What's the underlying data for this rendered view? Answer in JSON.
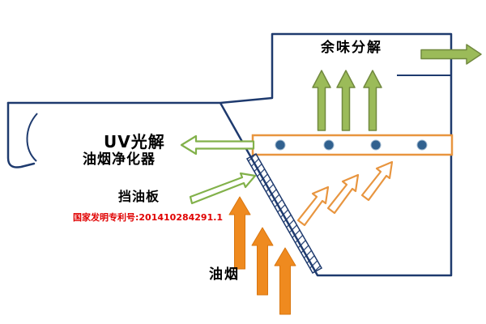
{
  "diagram": {
    "labels": {
      "odor": "余味分解",
      "uv1": "UV光解",
      "uv2": "油烟净化器",
      "baffle": "挡油板",
      "patent": "国家发明专利号:201410284291.1",
      "fume": "油烟"
    },
    "icons": {
      "exhaust_up": "up-arrow",
      "exhaust_out": "right-arrow",
      "uv_pointer": "left-arrow",
      "baffle_pointer": "up-right-arrow",
      "fume_flow": "up-arrow",
      "airflow": "up-right-arrow",
      "uv_lamp": "lamp-dot"
    },
    "colors": {
      "outline": "#1e3a6e",
      "green_arrow": "#9bbb59",
      "green_arrow_edge": "#71893f",
      "green_outline": "#82b14a",
      "orange_arrow": "#ef8a1f",
      "orange_arrow_edge": "#d9760f",
      "orange_outline": "#e8953f",
      "lamp_bar_border": "#e8953f",
      "lamp_dot": "#31618f",
      "patent_text": "#e00000",
      "label_text": "#000000"
    }
  }
}
